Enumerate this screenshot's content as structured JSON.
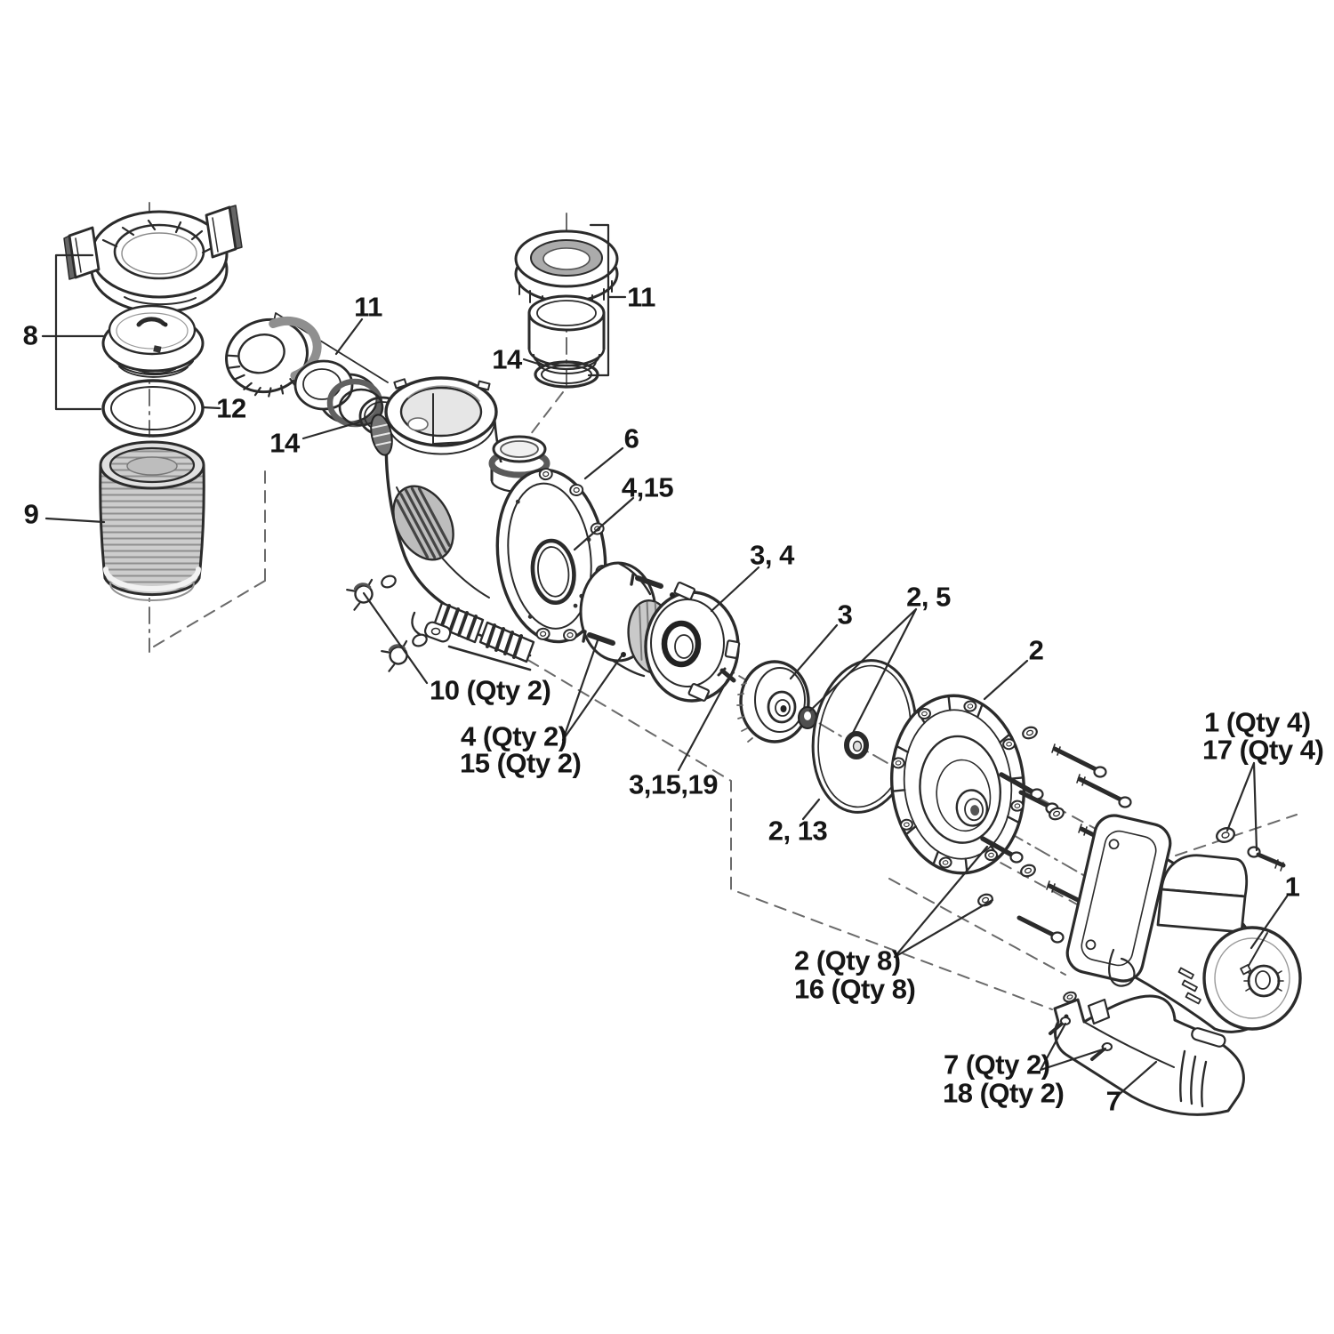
{
  "diagram": {
    "type": "exploded-parts-diagram",
    "subject": "Pool pump exploded view parts diagram",
    "background": "#ffffff",
    "line_color": "#2b2b2b",
    "callouts": [
      {
        "text": "8"
      },
      {
        "text": "12"
      },
      {
        "text": "9"
      },
      {
        "text": "11"
      },
      {
        "text": "14"
      },
      {
        "text": "11"
      },
      {
        "text": "14"
      },
      {
        "text": "6"
      },
      {
        "text": "4,15"
      },
      {
        "text": "3, 4"
      },
      {
        "text": "3"
      },
      {
        "text": "2, 5"
      },
      {
        "text": "2"
      },
      {
        "text": "2, 13"
      },
      {
        "text": "10 (Qty 2)"
      },
      {
        "text": "4 (Qty 2)"
      },
      {
        "text": "15 (Qty 2)"
      },
      {
        "text": "3,15,19"
      },
      {
        "text": "1 (Qty 4)"
      },
      {
        "text": "17 (Qty 4)"
      },
      {
        "text": "1"
      },
      {
        "text": "2 (Qty 8)"
      },
      {
        "text": "16 (Qty 8)"
      },
      {
        "text": "7 (Qty 2)"
      },
      {
        "text": "18 (Qty 2)"
      },
      {
        "text": "7"
      }
    ]
  }
}
